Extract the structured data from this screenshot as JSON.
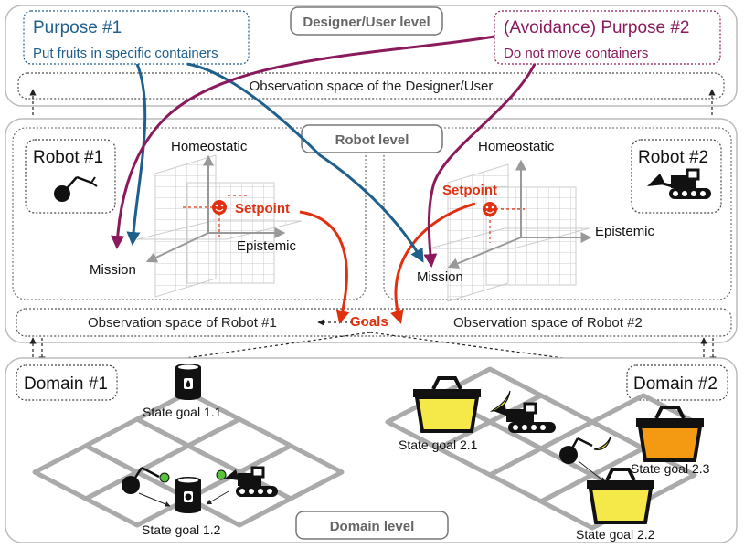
{
  "levels": {
    "designer": "Designer/User level",
    "robot": "Robot level",
    "domain": "Domain level"
  },
  "purposes": {
    "p1": {
      "title": "Purpose #1",
      "text": "Put fruits in specific containers",
      "color": "#1f5f8b"
    },
    "p2": {
      "title": "(Avoidance) Purpose #2",
      "text": "Do not move containers",
      "color": "#8b1a5c"
    }
  },
  "observation": {
    "designer": "Observation space of the Designer/User",
    "robot1": "Observation space of Robot #1",
    "robot2": "Observation space of Robot #2"
  },
  "robots": {
    "r1": {
      "label": "Robot #1",
      "icon": "robot-arm-icon"
    },
    "r2": {
      "label": "Robot #2",
      "icon": "bulldozer-icon"
    }
  },
  "axes": {
    "homeostatic": "Homeostatic",
    "epistemic": "Epistemic",
    "mission": "Mission",
    "setpoint": "Setpoint"
  },
  "goals": "Goals",
  "domains": {
    "d1": "Domain #1",
    "d2": "Domain #2"
  },
  "state_goals": {
    "g11": "State goal 1.1",
    "g12": "State goal 1.2",
    "g21": "State goal 2.1",
    "g22": "State goal 2.2",
    "g23": "State goal 2.3"
  },
  "colors": {
    "setpoint": "#e03010",
    "purpose1": "#1f5f8b",
    "purpose2": "#8b1a5c",
    "basket_yellow": "#f5e94a",
    "basket_orange": "#f39a12"
  }
}
